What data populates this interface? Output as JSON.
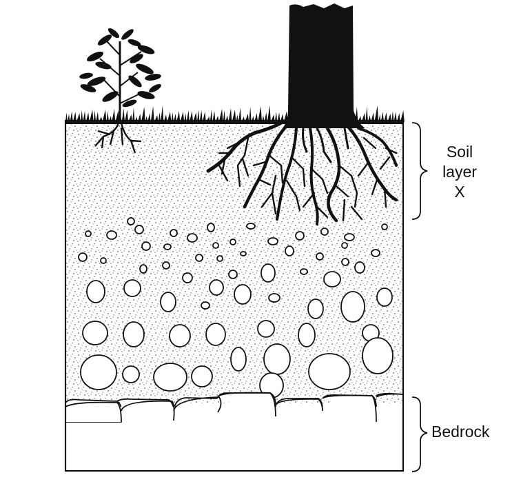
{
  "labels": {
    "soil_line1": "Soil",
    "soil_line2": "layer",
    "soil_line3": "X",
    "bedrock": "Bedrock"
  },
  "colors": {
    "ink": "#111111",
    "background": "#ffffff",
    "soil_dots": "#222222"
  },
  "icons": {
    "plant": "small-plant-icon",
    "stump": "tree-stump-icon",
    "grass": "grass-icon"
  }
}
